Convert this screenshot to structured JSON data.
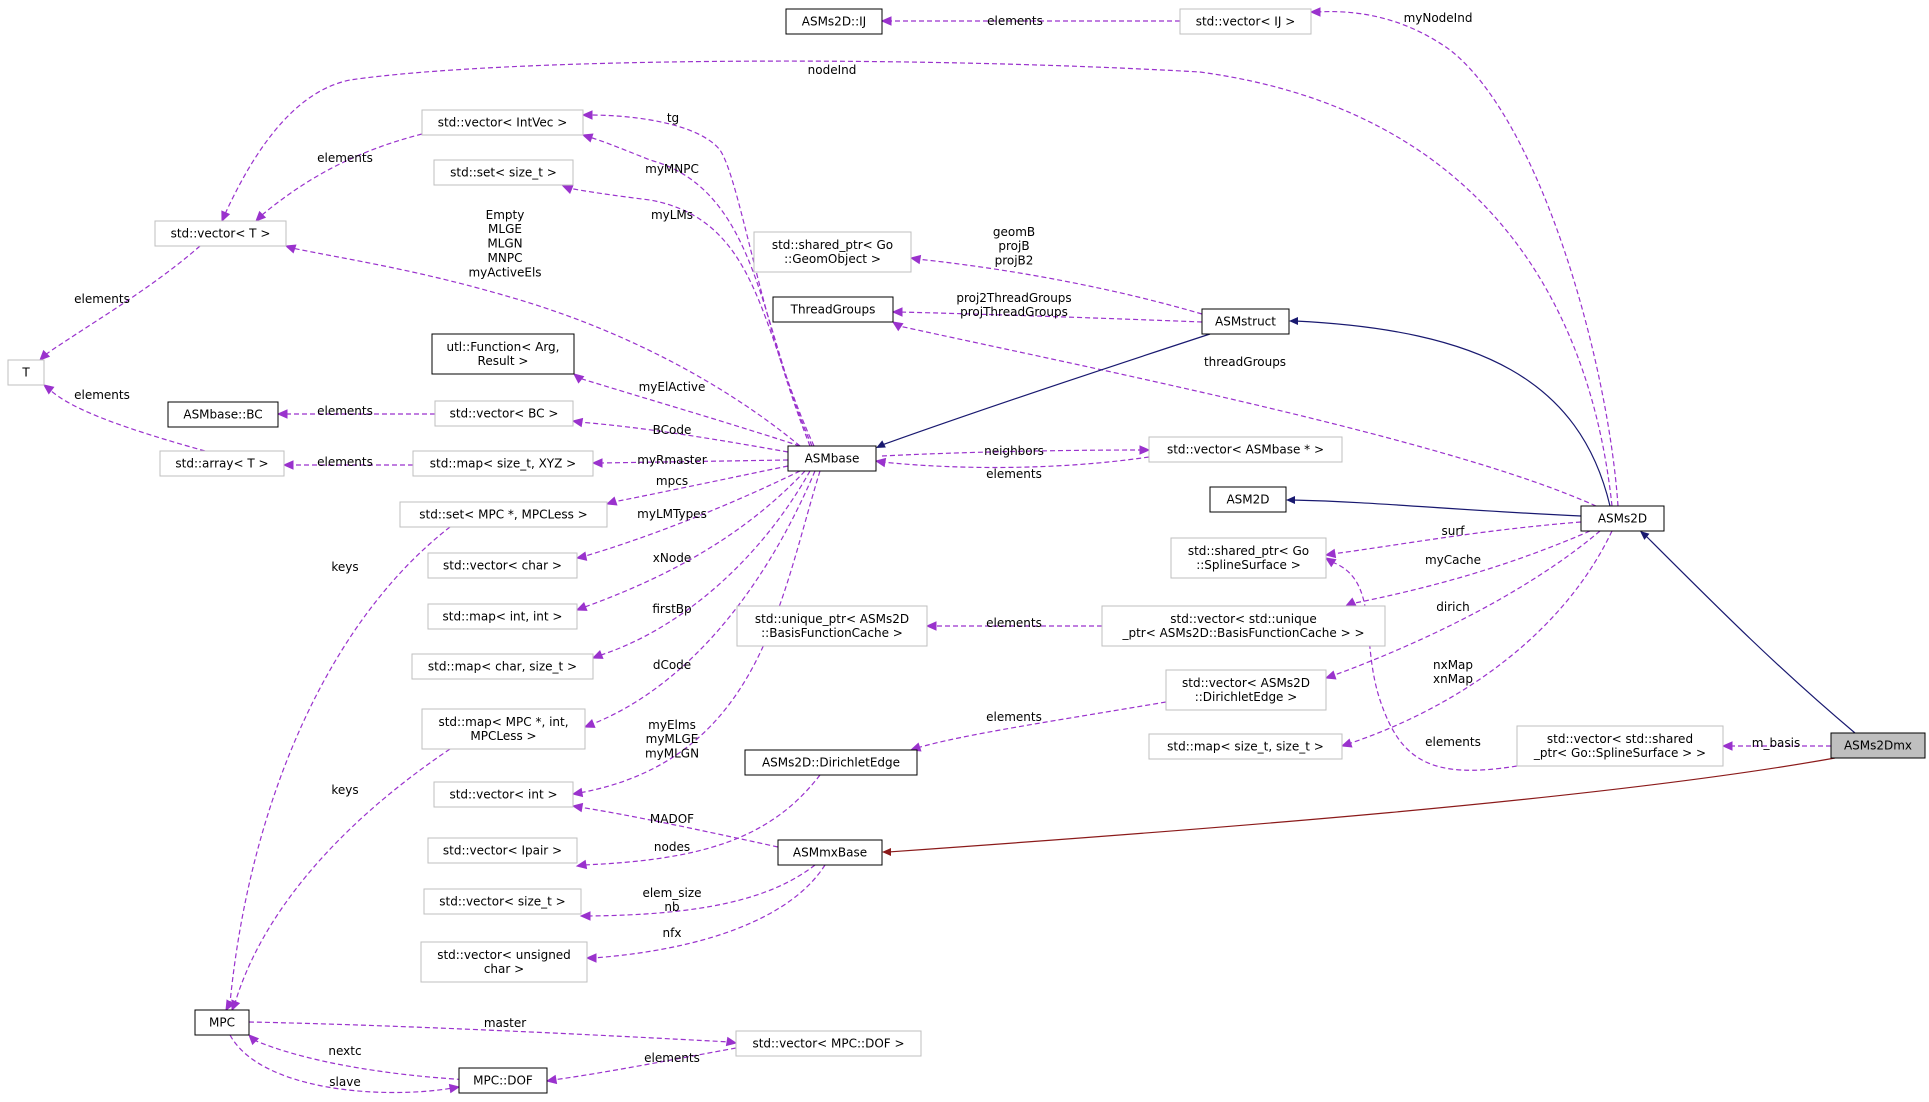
{
  "nodes": {
    "asms2d_ij": [
      "ASMs2D::IJ"
    ],
    "vec_ij": [
      "std::vector< IJ >"
    ],
    "vec_intvec": [
      "std::vector< IntVec >"
    ],
    "set_sizet": [
      "std::set< size_t >"
    ],
    "vec_t": [
      "std::vector< T >"
    ],
    "T": [
      "T"
    ],
    "shared_geom": [
      "std::shared_ptr< Go",
      "::GeomObject >"
    ],
    "threadgroups": [
      "ThreadGroups"
    ],
    "asmstruct": [
      "ASMstruct"
    ],
    "utl_function": [
      "utl::Function< Arg,",
      "Result >"
    ],
    "asmbase_bc": [
      "ASMbase::BC"
    ],
    "vec_bc": [
      "std::vector< BC >"
    ],
    "array_t": [
      "std::array< T >"
    ],
    "map_sizet_xyz": [
      "std::map< size_t, XYZ >"
    ],
    "asmbase": [
      "ASMbase"
    ],
    "vec_asmbase": [
      "std::vector< ASMbase * >"
    ],
    "asm2d": [
      "ASM2D"
    ],
    "asms2d": [
      "ASMs2D"
    ],
    "set_mpc": [
      "std::set< MPC *, MPCLess >"
    ],
    "shared_spline": [
      "std::shared_ptr< Go",
      "::SplineSurface >"
    ],
    "vec_char": [
      "std::vector< char >"
    ],
    "map_int_int": [
      "std::map< int, int >"
    ],
    "unique_bfc": [
      "std::unique_ptr< ASMs2D",
      "::BasisFunctionCache >"
    ],
    "vec_unique_bfc": [
      "std::vector< std::unique",
      "_ptr< ASMs2D::BasisFunctionCache > >"
    ],
    "map_char_sizet": [
      "std::map< char, size_t >"
    ],
    "vec_diredge": [
      "std::vector< ASMs2D",
      "::DirichletEdge >"
    ],
    "map_mpc_int": [
      "std::map< MPC *, int,",
      "MPCLess >"
    ],
    "diredge": [
      "ASMs2D::DirichletEdge"
    ],
    "map_sizet_sizet": [
      "std::map< size_t, size_t >"
    ],
    "vec_shared_spline": [
      "std::vector< std::shared",
      "_ptr< Go::SplineSurface > >"
    ],
    "asms2dmx": [
      "ASMs2Dmx"
    ],
    "vec_int": [
      "std::vector< int >"
    ],
    "asmmxbase": [
      "ASMmxBase"
    ],
    "vec_ipair": [
      "std::vector< Ipair >"
    ],
    "vec_sizet": [
      "std::vector< size_t >"
    ],
    "vec_uchar": [
      "std::vector< unsigned",
      "char >"
    ],
    "mpc": [
      "MPC"
    ],
    "vec_mpc_dof": [
      "std::vector< MPC::DOF >"
    ],
    "mpc_dof": [
      "MPC::DOF"
    ]
  },
  "edge_labels": {
    "vecij_elements": [
      "elements"
    ],
    "myNodeInd": [
      "myNodeInd"
    ],
    "nodeInd": [
      "nodeInd"
    ],
    "tg": [
      "tg"
    ],
    "myMNPC": [
      "myMNPC"
    ],
    "vecintvec_elements": [
      "elements"
    ],
    "myLMs": [
      "myLMs"
    ],
    "empty_group": [
      "Empty",
      "MLGE",
      "MLGN",
      "MNPC",
      "myActiveEls"
    ],
    "geomB_group": [
      "geomB",
      "projB",
      "projB2"
    ],
    "proj_group": [
      "proj2ThreadGroups",
      "projThreadGroups"
    ],
    "vect_elements": [
      "elements"
    ],
    "threadGroups": [
      "threadGroups"
    ],
    "myElActive": [
      "myElActive"
    ],
    "arrayt_elements": [
      "elements"
    ],
    "vecbc_elements": [
      "elements"
    ],
    "BCode": [
      "BCode"
    ],
    "myRmaster": [
      "myRmaster"
    ],
    "mapxyz_elements": [
      "elements"
    ],
    "neighbors": [
      "neighbors"
    ],
    "vecasmbase_elements": [
      "elements"
    ],
    "mpcs": [
      "mpcs"
    ],
    "myLMTypes": [
      "myLMTypes"
    ],
    "surf": [
      "surf"
    ],
    "keys_set": [
      "keys"
    ],
    "xNode": [
      "xNode"
    ],
    "myCache": [
      "myCache"
    ],
    "firstBp": [
      "firstBp"
    ],
    "uniquebfc_elements": [
      "elements"
    ],
    "dirich": [
      "dirich"
    ],
    "dCode": [
      "dCode"
    ],
    "nxMap_group": [
      "nxMap",
      "xnMap"
    ],
    "diredge_elements": [
      "elements"
    ],
    "spline_elements": [
      "elements"
    ],
    "m_basis": [
      "m_basis"
    ],
    "myElms_group": [
      "myElms",
      "myMLGE",
      "myMLGN"
    ],
    "keys_map": [
      "keys"
    ],
    "MADOF": [
      "MADOF"
    ],
    "nodes": [
      "nodes"
    ],
    "elemsize_group": [
      "elem_size",
      "nb"
    ],
    "nfx": [
      "nfx"
    ],
    "master": [
      "master"
    ],
    "nextc": [
      "nextc"
    ],
    "mpcdof_elements": [
      "elements"
    ],
    "slave": [
      "slave"
    ]
  },
  "colors": {
    "dependency": "#9a32cd",
    "public_inheritance": "#191970",
    "private_inheritance": "#8b1a1a",
    "focus_fill": "#bfbfbf",
    "documented_border": "#000000",
    "undocumented_border": "#bfbfbf"
  }
}
